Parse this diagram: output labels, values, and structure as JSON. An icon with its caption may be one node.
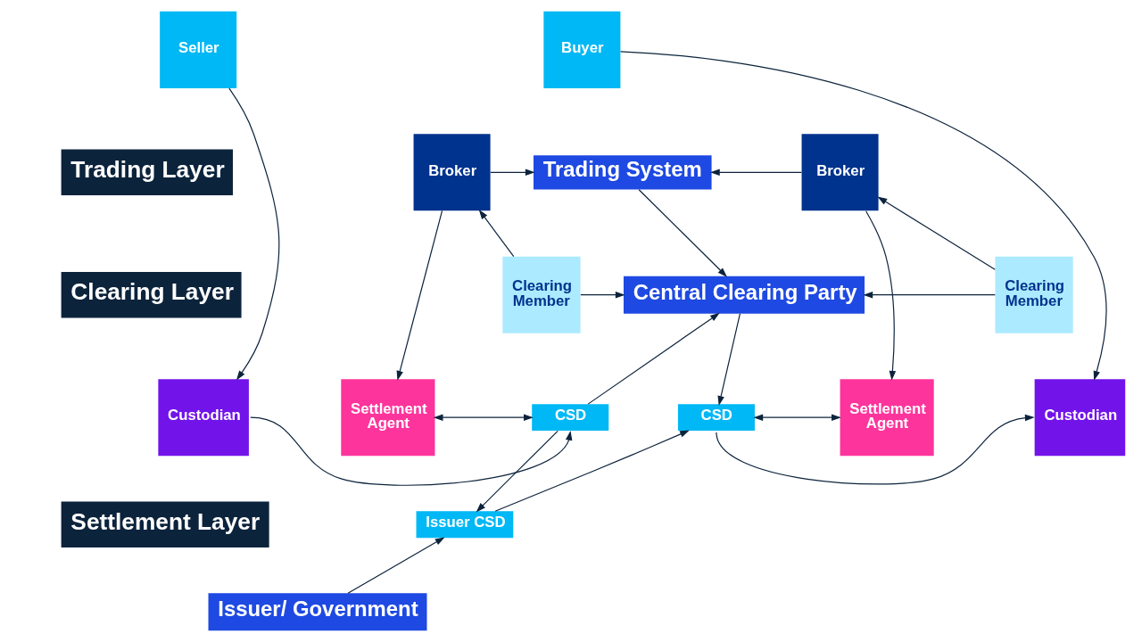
{
  "diagram": {
    "nodes": [
      {
        "text": [
          "Seller"
        ]
      },
      {
        "text": [
          "Buyer"
        ]
      },
      {
        "text": [
          "Trading Layer"
        ]
      },
      {
        "text": [
          "Broker"
        ]
      },
      {
        "text": [
          "Trading System"
        ]
      },
      {
        "text": [
          "Broker"
        ]
      },
      {
        "text": [
          "Clearing Layer"
        ]
      },
      {
        "text": [
          "Clearing Member"
        ]
      },
      {
        "text": [
          "Central Clearing Party"
        ]
      },
      {
        "text": [
          "Clearing Member"
        ]
      },
      {
        "text": [
          "Settlement Agent"
        ]
      },
      {
        "text": [
          "CSD"
        ]
      },
      {
        "text": [
          "CSD"
        ]
      },
      {
        "text": [
          "Settlement Agent"
        ]
      },
      {
        "text": [
          "Custodian"
        ]
      },
      {
        "text": [
          "Custodian"
        ]
      },
      {
        "text": [
          "Settlement Layer"
        ]
      },
      {
        "text": [
          "Issuer CSD"
        ]
      },
      {
        "text": [
          "Issuer/ Government"
        ]
      }
    ],
    "edges": [
      {
        "from": 0,
        "to": 14,
        "arrow": "to"
      },
      {
        "from": 3,
        "to": 10,
        "arrow": "to"
      },
      {
        "from": 3,
        "to": 4,
        "arrow": "to"
      },
      {
        "from": 7,
        "to": 3,
        "arrow": "to"
      },
      {
        "from": 7,
        "to": 8,
        "arrow": "to"
      },
      {
        "from": 5,
        "to": 4,
        "arrow": "to"
      },
      {
        "from": 9,
        "to": 5,
        "arrow": "to"
      },
      {
        "from": 9,
        "to": 8,
        "arrow": "to"
      },
      {
        "from": 1,
        "to": 15,
        "arrow": "to"
      },
      {
        "from": 5,
        "to": 13,
        "arrow": "to"
      },
      {
        "from": 4,
        "to": 8,
        "arrow": "to"
      },
      {
        "from": 11,
        "to": 8,
        "arrow": "to"
      },
      {
        "from": 8,
        "to": 12,
        "arrow": "to"
      },
      {
        "from": 10,
        "to": 11,
        "arrow": "both"
      },
      {
        "from": 12,
        "to": 13,
        "arrow": "both"
      },
      {
        "from": 14,
        "to": 11,
        "arrow": "to"
      },
      {
        "from": 12,
        "to": 15,
        "arrow": "to"
      },
      {
        "from": 11,
        "to": 17,
        "arrow": "to"
      },
      {
        "from": 17,
        "to": 12,
        "arrow": "to"
      },
      {
        "from": 18,
        "to": 17,
        "arrow": "to"
      }
    ]
  }
}
